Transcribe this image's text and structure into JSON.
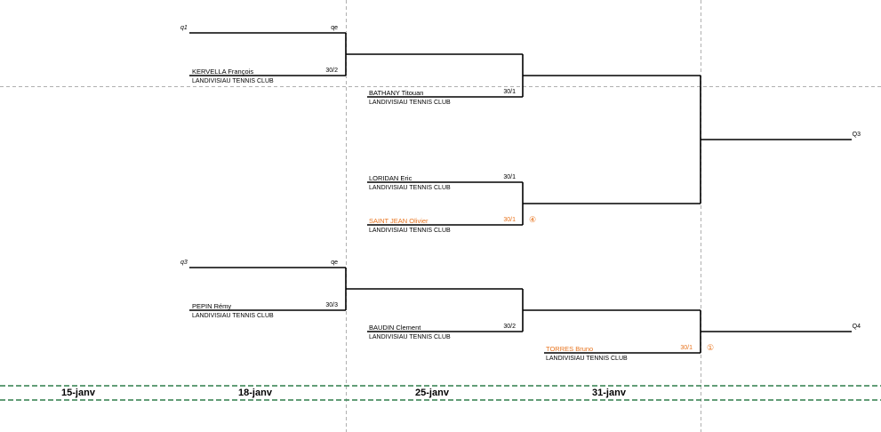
{
  "colors": {
    "orange": "#e8741e",
    "green": "#2e7d4a",
    "grid": "#b0b0b0"
  },
  "round1": [
    {
      "qualif": "q1",
      "top_rank": "qe",
      "name": "KERVELLA François",
      "rank": "30/2",
      "club": "LANDIVISIAU TENNIS CLUB"
    },
    {
      "qualif": "q3",
      "top_rank": "qe",
      "name": "PEPIN Rémy",
      "rank": "30/3",
      "club": "LANDIVISIAU TENNIS CLUB"
    }
  ],
  "round2": [
    {
      "name": "BATHANY Titouan",
      "rank": "30/1",
      "club": "LANDIVISIAU TENNIS CLUB"
    },
    {
      "name": "LORIDAN Eric",
      "rank": "30/1",
      "club": "LANDIVISIAU TENNIS CLUB"
    },
    {
      "name": "SAINT JEAN Olivier",
      "rank": "30/1",
      "club": "LANDIVISIAU TENNIS CLUB",
      "seed": "④"
    },
    {
      "name": "BAUDIN Clement",
      "rank": "30/2",
      "club": "LANDIVISIAU TENNIS CLUB"
    }
  ],
  "round3": [
    {
      "name": "TORRES Bruno",
      "rank": "30/1",
      "club": "LANDIVISIAU TENNIS CLUB",
      "seed": "①"
    }
  ],
  "outputs": [
    "Q3",
    "Q4"
  ],
  "dates": [
    "15-janv",
    "18-janv",
    "25-janv",
    "31-janv"
  ]
}
